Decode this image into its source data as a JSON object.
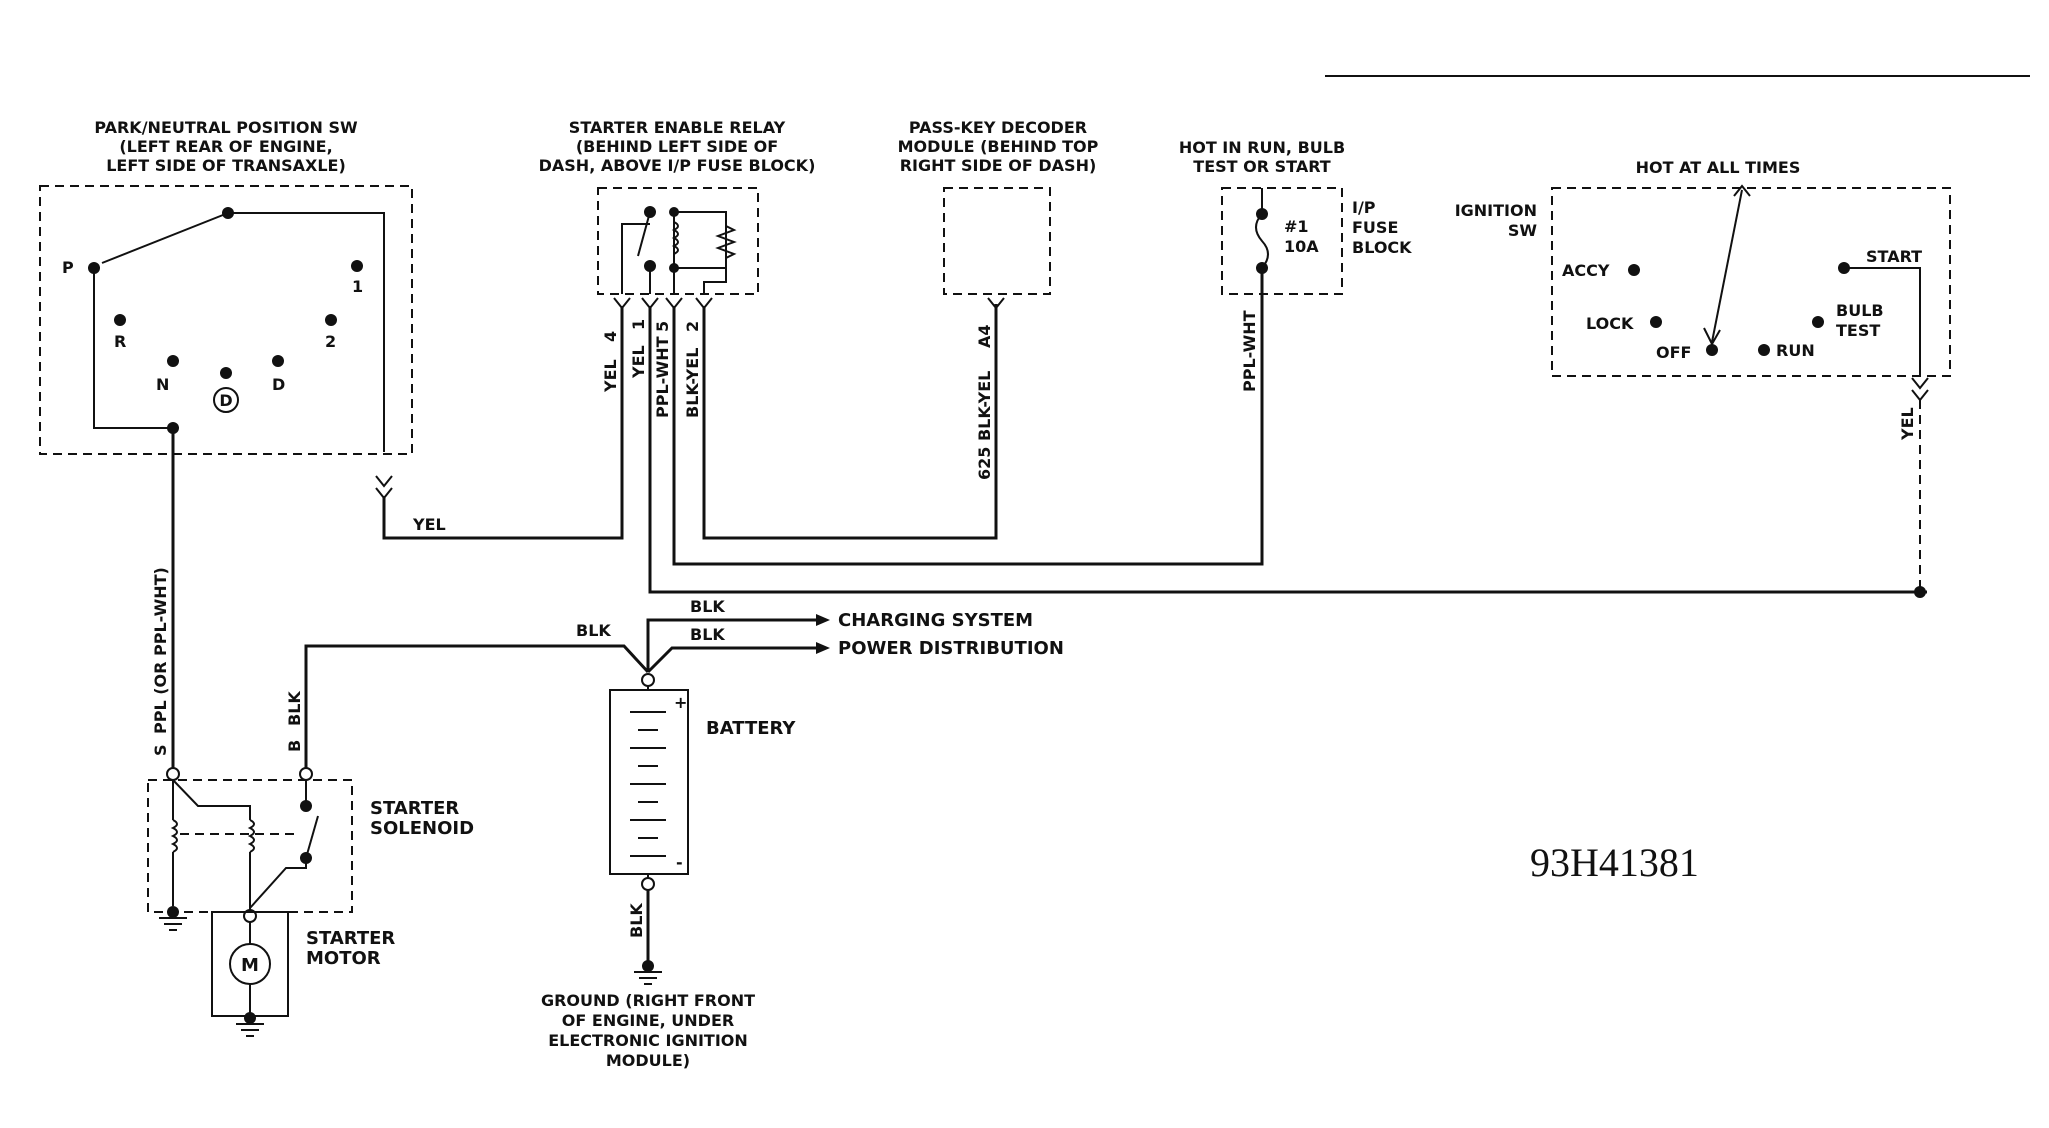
{
  "park_neutral_switch": {
    "title": [
      "PARK/NEUTRAL POSITION SW",
      "(LEFT REAR OF ENGINE,",
      "LEFT SIDE OF TRANSAXLE)"
    ],
    "positions": [
      "P",
      "R",
      "N",
      "D",
      "D",
      "2",
      "1"
    ]
  },
  "starter_enable_relay": {
    "title": [
      "STARTER ENABLE RELAY",
      "(BEHIND LEFT SIDE OF",
      "DASH, ABOVE I/P FUSE BLOCK)"
    ],
    "pins": [
      {
        "pin": "4",
        "wire": "YEL"
      },
      {
        "pin": "1",
        "wire": "YEL"
      },
      {
        "pin": "5",
        "wire": "PPL-WHT"
      },
      {
        "pin": "2",
        "wire": "BLK-YEL"
      }
    ]
  },
  "pass_key_module": {
    "title": [
      "PASS-KEY DECODER",
      "MODULE (BEHIND TOP",
      "RIGHT SIDE OF DASH)"
    ],
    "pin": "A4",
    "wire": "625 BLK-YEL"
  },
  "fuse_block": {
    "title": [
      "HOT IN RUN, BULB",
      "TEST OR START"
    ],
    "fuse_number": "#1",
    "fuse_rating": "10A",
    "block_label": [
      "I/P",
      "FUSE",
      "BLOCK"
    ],
    "wire": "PPL-WHT"
  },
  "ignition_switch": {
    "hot_label": "HOT AT ALL TIMES",
    "label": [
      "IGNITION",
      "SW"
    ],
    "positions": {
      "accy": "ACCY",
      "lock": "LOCK",
      "off": "OFF",
      "run": "RUN",
      "start": "START",
      "bulb_test": [
        "BULB",
        "TEST"
      ]
    },
    "wire": "YEL"
  },
  "wires": {
    "yel_bottom": "YEL",
    "park_output": "PPL (OR PPL-WHT)",
    "s_terminal": "S",
    "b_terminal": "B",
    "b_wire": "BLK",
    "battery_pos": "BLK",
    "charging_wire": "BLK",
    "power_wire": "BLK",
    "ground_wire": "BLK"
  },
  "destinations": {
    "charging": "CHARGING SYSTEM",
    "power": "POWER DISTRIBUTION"
  },
  "battery": {
    "label": "BATTERY",
    "plus": "+",
    "minus": "-"
  },
  "starter_solenoid": {
    "label": [
      "STARTER",
      "SOLENOID"
    ]
  },
  "starter_motor": {
    "label": [
      "STARTER",
      "MOTOR"
    ],
    "symbol": "M"
  },
  "ground": {
    "label": [
      "GROUND (RIGHT FRONT",
      "OF ENGINE, UNDER",
      "ELECTRONIC IGNITION",
      "MODULE)"
    ]
  },
  "figure_code": "93H41381"
}
